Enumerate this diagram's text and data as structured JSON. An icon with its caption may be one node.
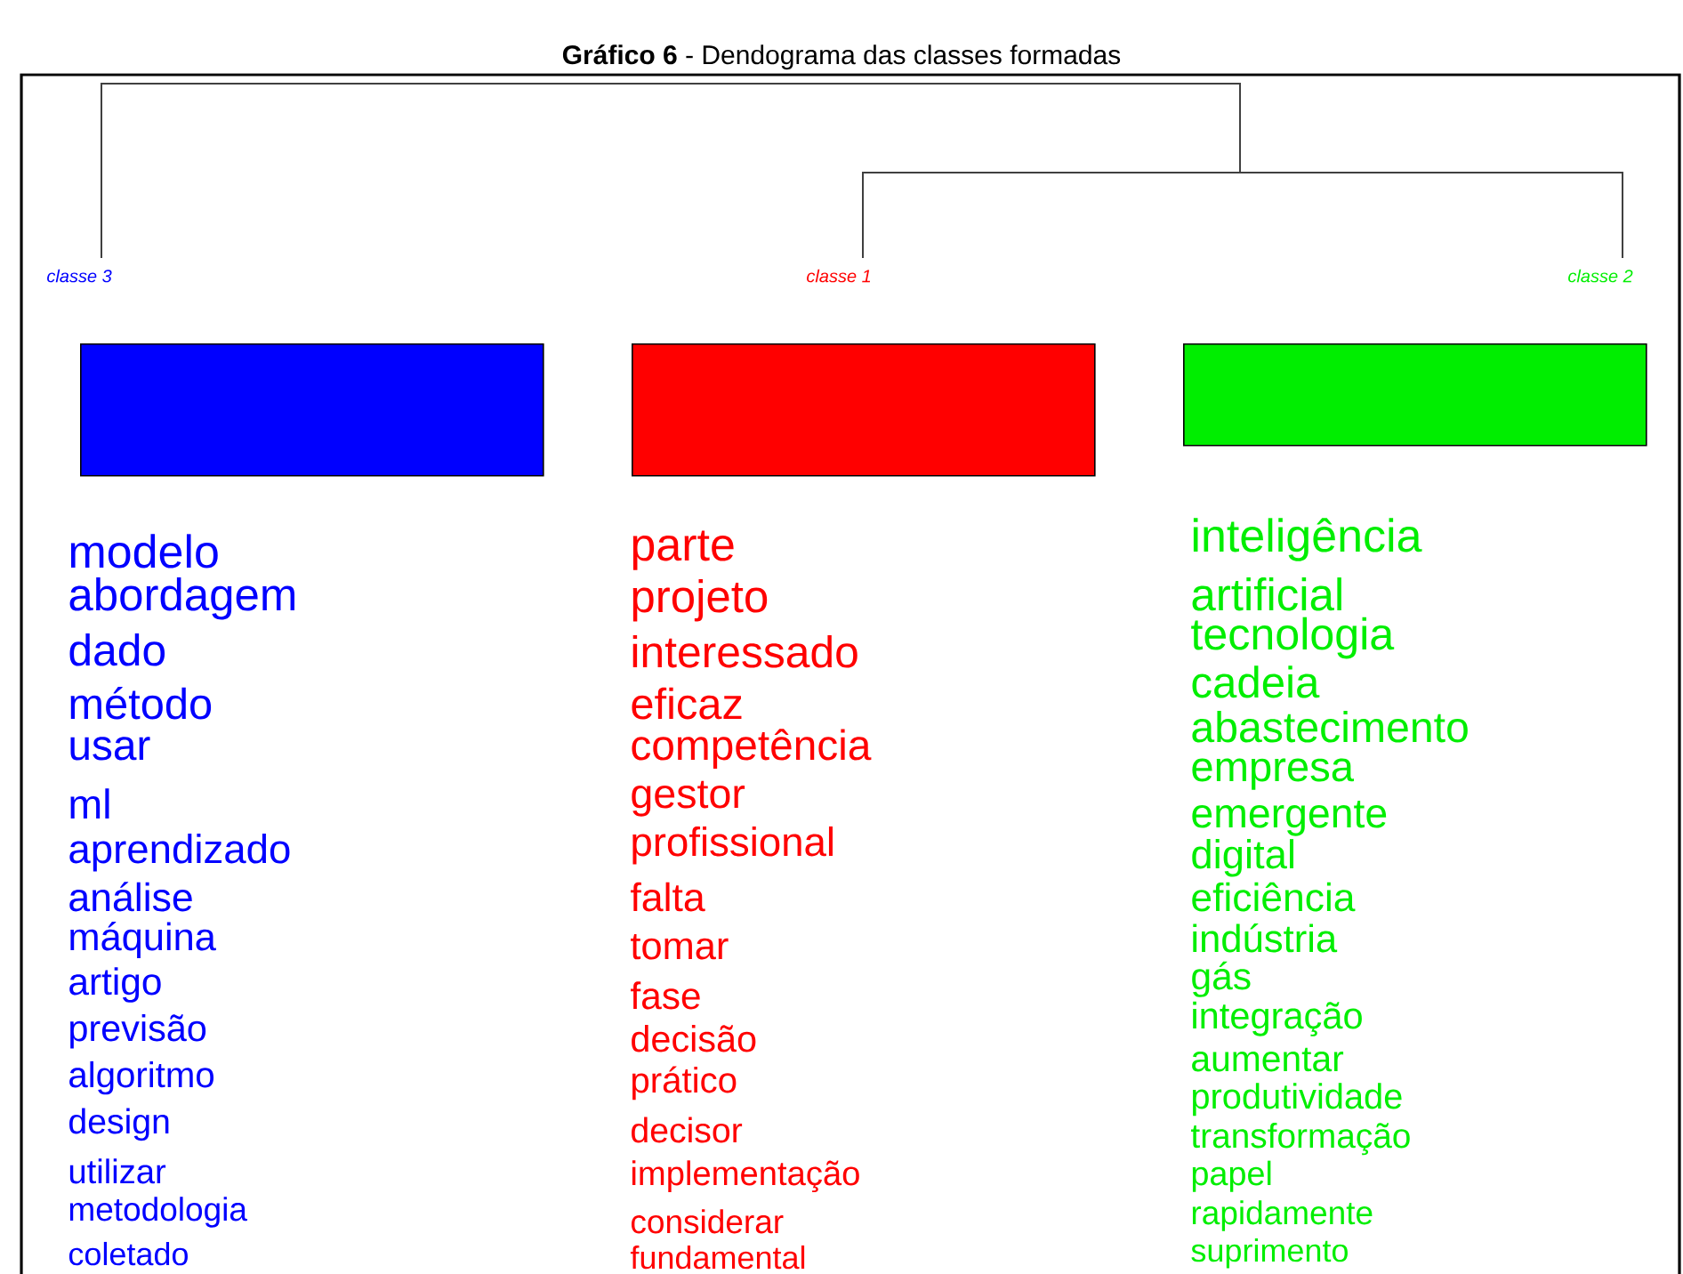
{
  "diagram": {
    "title": "**Gráfico 6** - Dendograma das classes formadas",
    "nodes": [
      {
        "text": [
          "classe 3"
        ]
      },
      {
        "text": [
          "classe 1"
        ]
      },
      {
        "text": [
          "classe 2"
        ]
      },
      {
        "text": [],
        "shape": "bar",
        "beside": [
          "modelo",
          "abordagem",
          "dado",
          "método",
          "usar",
          "ml",
          "aprendizado",
          "análise",
          "máquina",
          "artigo",
          "previsão",
          "algoritmo",
          "design",
          "utilizar",
          "metodologia",
          "coletado"
        ]
      },
      {
        "text": [],
        "shape": "bar",
        "beside": [
          "parte",
          "projeto",
          "interessado",
          "eficaz",
          "competência",
          "gestor",
          "profissional",
          "falta",
          "tomar",
          "fase",
          "decisão",
          "prático",
          "decisor",
          "implementação",
          "considerar",
          "fundamental"
        ]
      },
      {
        "text": [],
        "shape": "bar",
        "beside": [
          "inteligência",
          "artificial",
          "tecnologia",
          "cadeia",
          "abastecimento",
          "empresa",
          "emergente",
          "digital",
          "eficiência",
          "indústria",
          "gás",
          "integração",
          "aumentar",
          "produtividade",
          "transformação",
          "papel",
          "rapidamente",
          "suprimento"
        ]
      }
    ]
  }
}
